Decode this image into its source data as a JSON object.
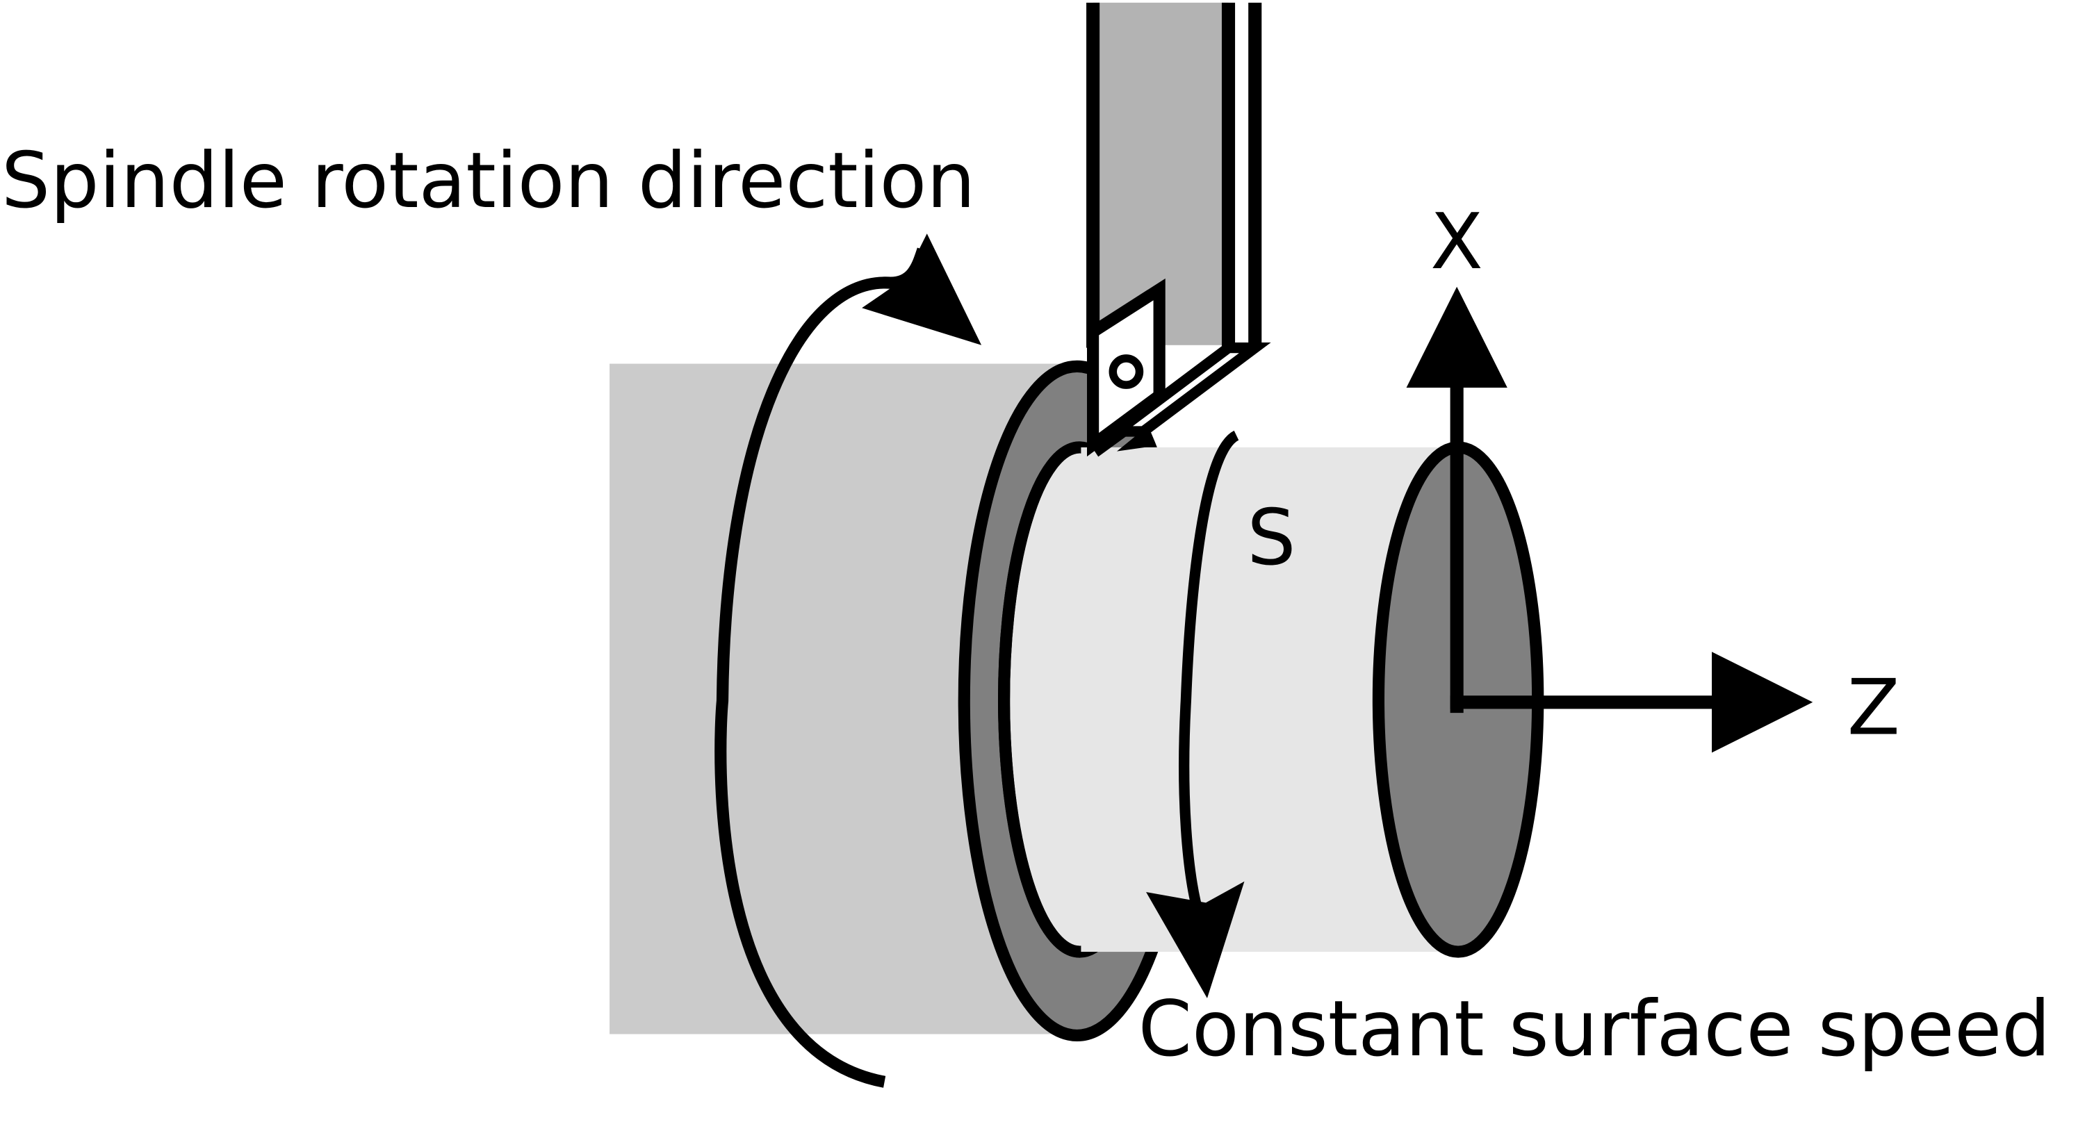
{
  "labels": {
    "spindle": "Spindle rotation direction",
    "surface_speed": "Constant surface speed",
    "s": "S",
    "x_axis": "X",
    "z_axis": "Z"
  },
  "colors": {
    "chuck": "#cbcbcb",
    "cylinder": "#e6e6e6",
    "end_face": "#808080",
    "tool_holder": "#b3b3b3",
    "line": "#000000"
  },
  "icons": {
    "insert_screw": "screw-icon"
  }
}
